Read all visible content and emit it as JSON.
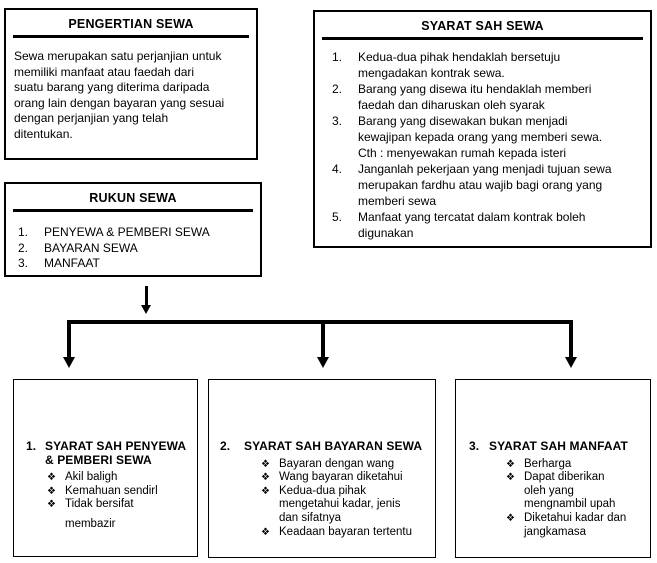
{
  "colors": {
    "ink": "#000000",
    "paper": "#ffffff"
  },
  "glyphs": {
    "diamond_bullet": "❖"
  },
  "pengertian": {
    "title": "PENGERTIAN SEWA",
    "body": "Sewa merupakan satu perjanjian untuk\nmemiliki manfaat atau faedah dari\nsuatu barang yang diterima daripada\norang lain dengan bayaran yang sesuai\ndengan perjanjian yang telah\nditentukan."
  },
  "syarat_sah_sewa": {
    "title": "SYARAT SAH SEWA",
    "items": [
      {
        "num": "1.",
        "text": "Kedua-dua pihak hendaklah bersetuju\nmengadakan kontrak sewa."
      },
      {
        "num": "2.",
        "text": "Barang yang disewa itu hendaklah memberi\nfaedah dan diharuskan oleh syarak"
      },
      {
        "num": "3.",
        "text": "Barang yang disewakan bukan menjadi\nkewajipan kepada orang yang memberi sewa.\nCth : menyewakan rumah kepada isteri"
      },
      {
        "num": "4.",
        "text": "Janganlah pekerjaan yang menjadi tujuan sewa\nmerupakan fardhu atau wajib bagi orang yang\nmemberi sewa"
      },
      {
        "num": "5.",
        "text": "Manfaat yang tercatat dalam kontrak boleh\ndigunakan"
      }
    ]
  },
  "rukun": {
    "title": "RUKUN SEWA",
    "items": [
      {
        "num": "1.",
        "text": "PENYEWA & PEMBERI SEWA"
      },
      {
        "num": "2.",
        "text": "BAYARAN SEWA"
      },
      {
        "num": "3.",
        "text": "MANFAAT"
      }
    ]
  },
  "bottom_boxes": [
    {
      "num": "1.",
      "title": "SYARAT SAH PENYEWA\n& PEMBERI SEWA",
      "bullets": [
        "Akil baligh",
        "Kemahuan sendirl",
        "Tidak bersifat"
      ],
      "continuation": "membazir"
    },
    {
      "num": "2.",
      "title": "SYARAT SAH BAYARAN SEWA",
      "bullets": [
        "Bayaran dengan wang",
        "Wang bayaran diketahui",
        "Kedua-dua pihak\nmengetahui kadar, jenis\ndan sifatnya",
        "Keadaan bayaran tertentu"
      ]
    },
    {
      "num": "3.",
      "title": "SYARAT SAH MANFAAT",
      "bullets": [
        "Berharga",
        "Dapat diberikan\noleh yang\nmengnambil upah",
        "Diketahui kadar dan\njangkamasa"
      ]
    }
  ]
}
